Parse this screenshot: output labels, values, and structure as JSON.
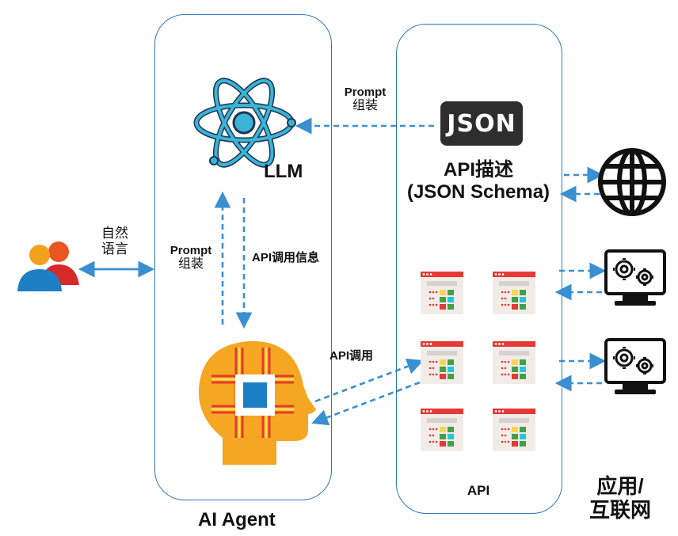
{
  "user": {
    "label_line1": "自然",
    "label_line2": "语言",
    "icon": "users-icon"
  },
  "agent": {
    "title": "AI Agent",
    "llm_label": "LLM",
    "prompt_line1": "Prompt",
    "prompt_line2": "组装",
    "api_info": "API调用信息",
    "api_call": "API调用"
  },
  "api_panel": {
    "json_badge": "JSON",
    "desc_line1": "API描述",
    "desc_line2": "(JSON Schema)",
    "prompt_line1": "Prompt",
    "prompt_line2": "组装",
    "footer": "API"
  },
  "apps": {
    "title_line1": "应用/",
    "title_line2": "互联网"
  },
  "colors": {
    "accent": "#3a8fd0",
    "panel_border": "#2f78b8",
    "head": "#f5a623",
    "atom": "#3ab5d8"
  }
}
